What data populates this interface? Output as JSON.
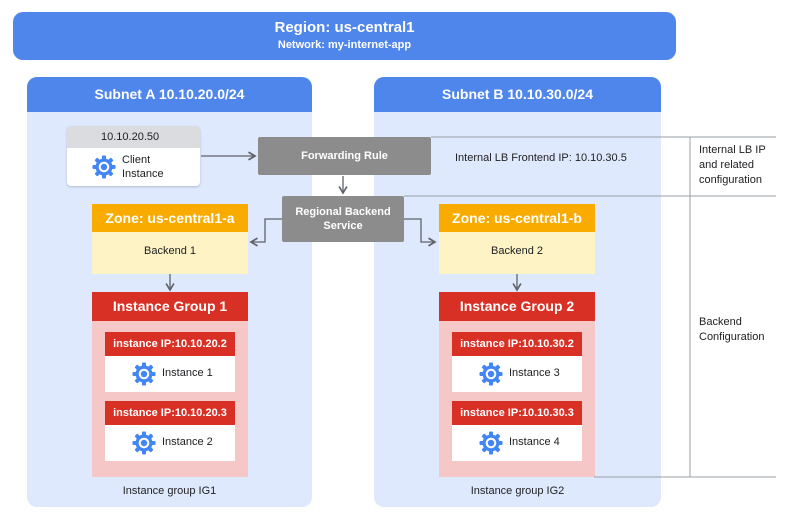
{
  "region": {
    "title": "Region: us-central1",
    "network": "Network: my-internet-app"
  },
  "subnet_a": {
    "title": "Subnet A 10.10.20.0/24",
    "footer": "Instance group IG1"
  },
  "subnet_b": {
    "title": "Subnet B 10.10.30.0/24",
    "footer": "Instance group IG2"
  },
  "client": {
    "ip": "10.10.20.50",
    "label": "Client\nInstance"
  },
  "forwarding_rule": "Forwarding Rule",
  "backend_service": "Regional Backend\nService",
  "lb_frontend": "Internal LB Frontend IP: 10.10.30.5",
  "zone_a": {
    "title": "Zone: us-central1-a",
    "backend": "Backend 1"
  },
  "zone_b": {
    "title": "Zone: us-central1-b",
    "backend": "Backend 2"
  },
  "group_1": {
    "title": "Instance Group 1",
    "instances": [
      {
        "ip": "instance IP:10.10.20.2",
        "name": "Instance 1"
      },
      {
        "ip": "instance IP:10.10.20.3",
        "name": "Instance 2"
      }
    ]
  },
  "group_2": {
    "title": "Instance Group 2",
    "instances": [
      {
        "ip": "instance IP:10.10.30.2",
        "name": "Instance 3"
      },
      {
        "ip": "instance IP:10.10.30.3",
        "name": "Instance 4"
      }
    ]
  },
  "side_labels": {
    "lb_config": "Internal LB IP\nand related\nconfiguration",
    "backend_config": "Backend\nConfiguration"
  },
  "colors": {
    "region_blue": "#4f86ec",
    "subnet_fill": "#dfe9fd",
    "zone_header": "#f9ab00",
    "zone_fill": "#fdf3c4",
    "group_red": "#d93025",
    "group_fill": "#f6c7c7",
    "service_gray": "#8c8c8c",
    "gear_blue": "#4285f4"
  },
  "icons": {
    "instance": "compute-engine-gear-icon"
  }
}
